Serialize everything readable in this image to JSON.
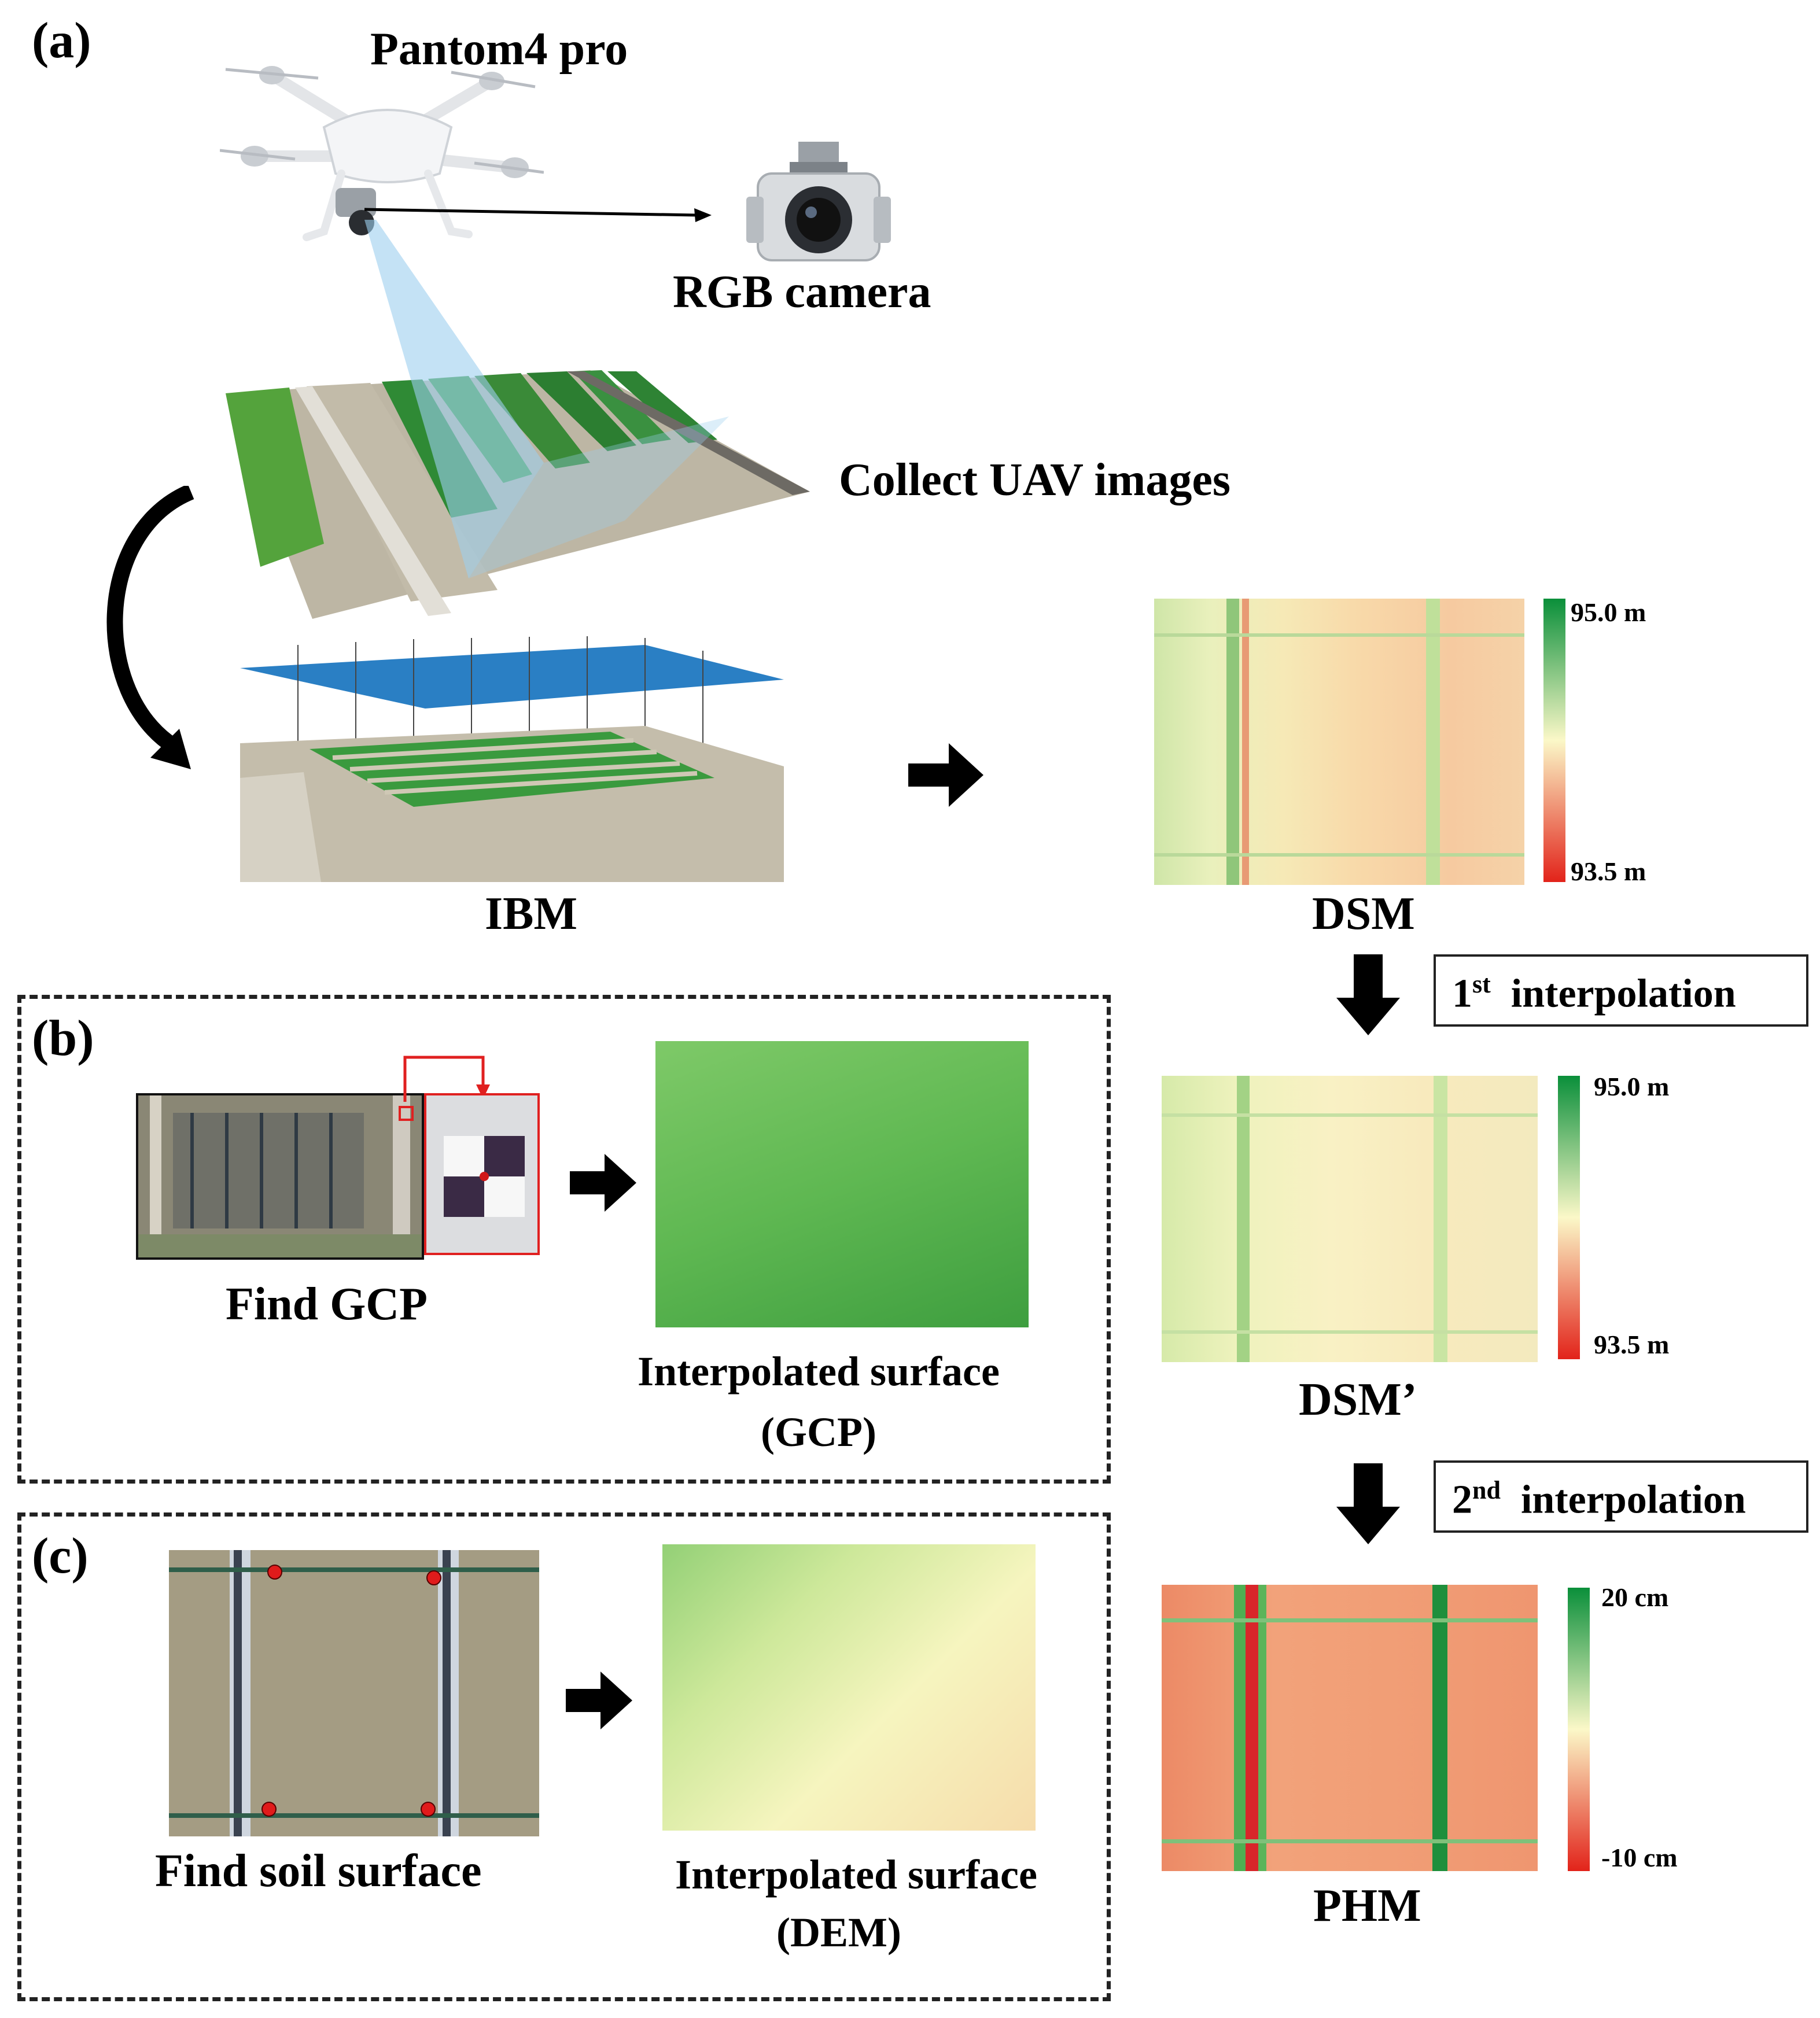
{
  "panel_a": {
    "letter": "(a)",
    "drone_label": "Pantom4 pro",
    "camera_label": "RGB camera",
    "collect_label": "Collect UAV images",
    "ibm_label": "IBM",
    "dsm": {
      "label": "DSM",
      "cb_top": "95.0 m",
      "cb_bottom": "93.5 m"
    },
    "interp1": {
      "num": "1",
      "sup": "st",
      "text": "interpolation"
    },
    "dsm_prime": {
      "label": "DSM’",
      "cb_top": "95.0 m",
      "cb_bottom": "93.5 m"
    },
    "interp2": {
      "num": "2",
      "sup": "nd",
      "text": "interpolation"
    },
    "phm": {
      "label": "PHM",
      "cb_top": "20 cm",
      "cb_bottom": "-10 cm"
    }
  },
  "panel_b": {
    "letter": "(b)",
    "find_label": "Find GCP",
    "surface_line1": "Interpolated surface",
    "surface_line2": "(GCP)"
  },
  "panel_c": {
    "letter": "(c)",
    "find_label": "Find soil surface",
    "surface_line1": "Interpolated surface",
    "surface_line2": "(DEM)"
  },
  "colors": {
    "colorbar_green": "#0a8f3a",
    "colorbar_mid": "#fbf8c8",
    "colorbar_red": "#e2231a",
    "gcp_highlight": "#e02020"
  }
}
